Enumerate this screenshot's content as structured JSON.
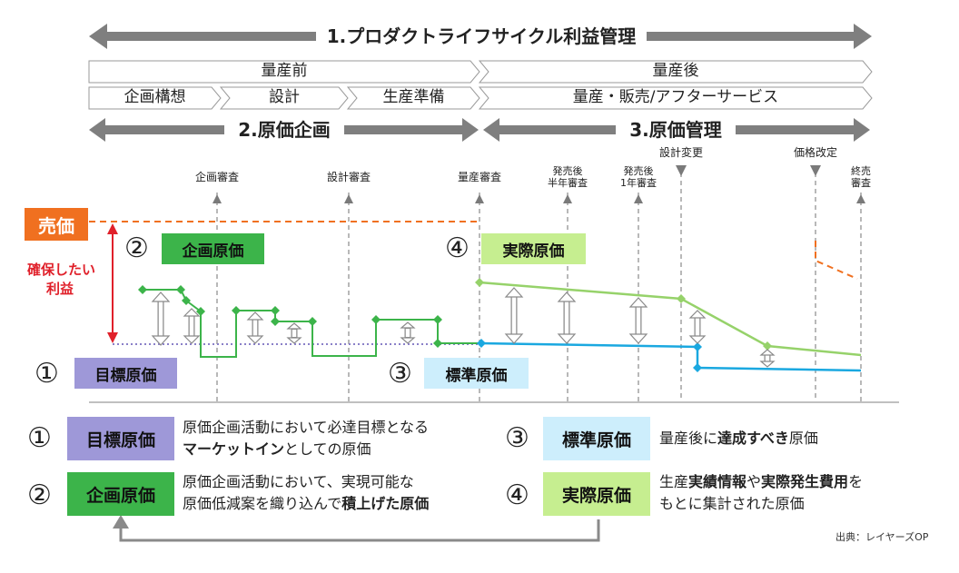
{
  "header": {
    "title": "1.プロダクトライフサイクル利益管理",
    "pre": "量産前",
    "post": "量産後",
    "phases": [
      "企画構想",
      "設計",
      "生産準備"
    ],
    "post_phase": "量産・販売/アフターサービス",
    "planning": "2.原価企画",
    "management": "3.原価管理"
  },
  "milestones": {
    "m1": "企画審査",
    "m2": "設計審査",
    "m3": "量産審査",
    "m4a": "発売後",
    "m4b": "半年審査",
    "m5a": "発売後",
    "m5b": "1年審査",
    "m6": "設計変更",
    "m7": "価格改定",
    "m8a": "終売",
    "m8b": "審査"
  },
  "chart": {
    "price": "売価",
    "margin_a": "確保したい",
    "margin_b": "利益",
    "n1": "①",
    "n2": "②",
    "n3": "③",
    "n4": "④",
    "target": "目標原価",
    "plan": "企画原価",
    "standard": "標準原価",
    "actual": "実際原価"
  },
  "legend": {
    "n1": "①",
    "n2": "②",
    "n3": "③",
    "n4": "④",
    "target": "目標原価",
    "plan": "企画原価",
    "standard": "標準原価",
    "actual": "実際原価",
    "t1a": "原価企画活動において必達目標となる",
    "t1b_bold": "マーケットイン",
    "t1b": "としての原価",
    "t2a": "原価企画活動において、実現可能な",
    "t2b": "原価低減案を織り込んで",
    "t2b_bold": "積上げた原価",
    "t3a": "量産後に",
    "t3_bold": "達成すべき",
    "t3b": "原価",
    "t4a": "生産",
    "t4_bold1": "実績情報",
    "t4b": "や",
    "t4_bold2": "実際発生費用",
    "t4c": "を",
    "t4d": "もとに集計された原価"
  },
  "source": "出典：レイヤーズOP",
  "colors": {
    "arrow_gray": "#808080",
    "price_orange": "#f07020",
    "target_purple": "#8a80c8",
    "plan_green": "#3cb44a",
    "standard_blue": "#1aa8e0",
    "actual_lightgreen": "#96d26a",
    "margin_red": "#e0202a"
  }
}
